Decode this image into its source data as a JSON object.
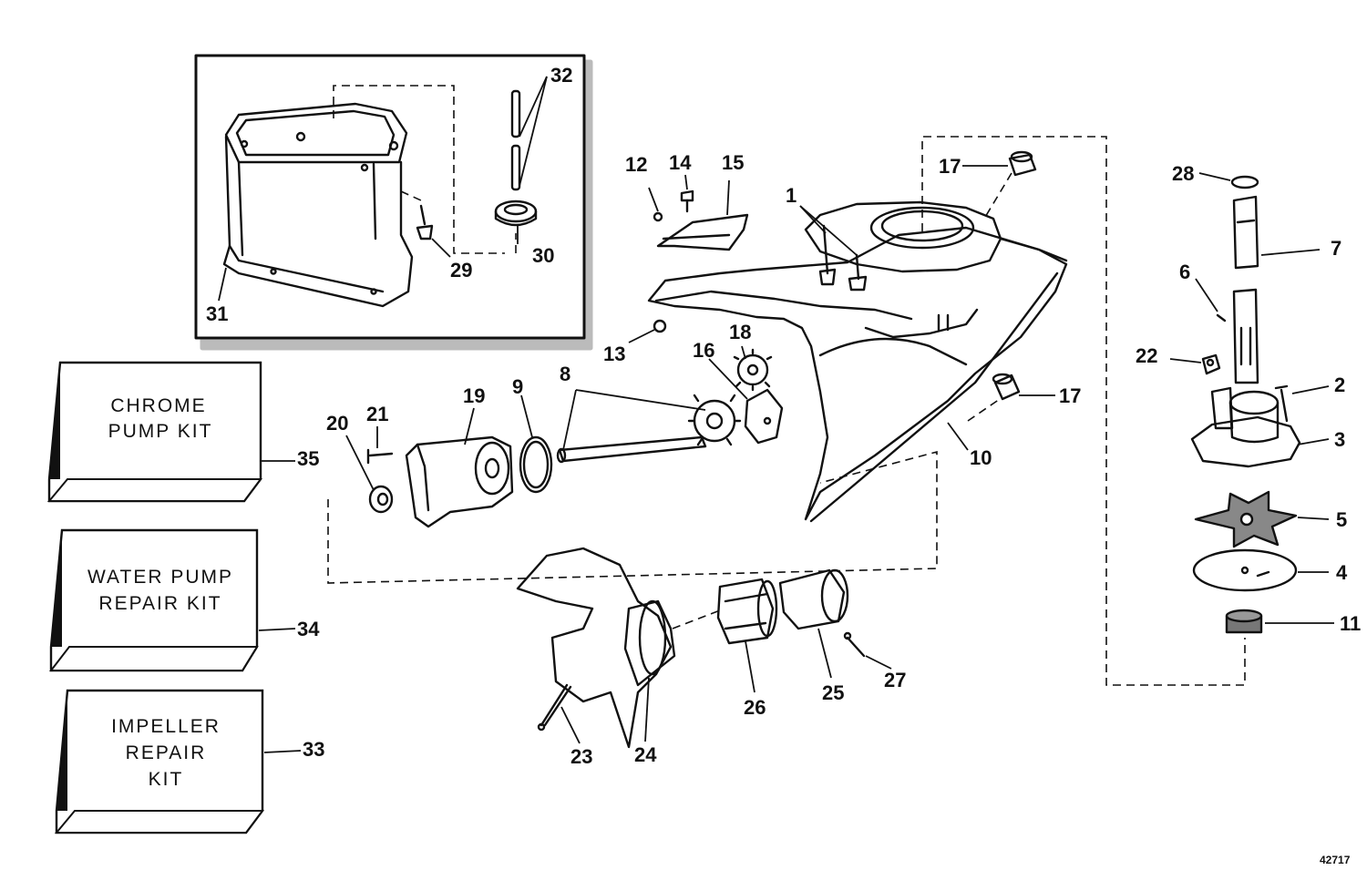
{
  "diagram": {
    "reference_number": "42717",
    "kits": [
      {
        "id": "kit-35",
        "lines": [
          "CHROME",
          "PUMP KIT"
        ],
        "number": "35"
      },
      {
        "id": "kit-34",
        "lines": [
          "WATER PUMP",
          "REPAIR KIT"
        ],
        "number": "34"
      },
      {
        "id": "kit-33",
        "lines": [
          "IMPELLER",
          "REPAIR",
          "KIT"
        ],
        "number": "33"
      }
    ],
    "part_numbers": [
      "1",
      "2",
      "3",
      "4",
      "5",
      "6",
      "7",
      "8",
      "9",
      "10",
      "11",
      "12",
      "13",
      "14",
      "15",
      "16",
      "17",
      "18",
      "19",
      "20",
      "21",
      "22",
      "23",
      "24",
      "25",
      "26",
      "27",
      "28",
      "29",
      "30",
      "31",
      "32"
    ]
  }
}
